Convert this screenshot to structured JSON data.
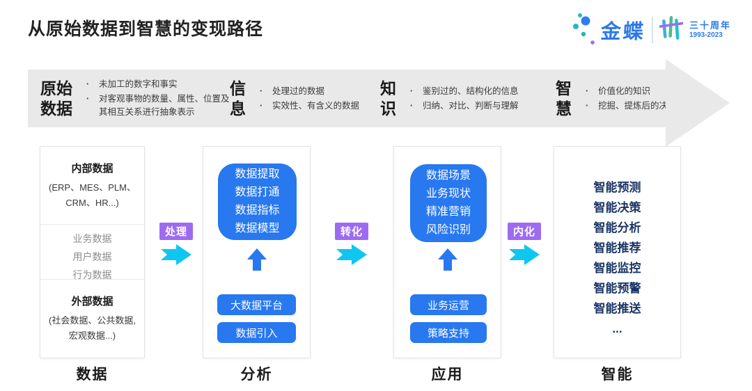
{
  "title": "从原始数据到智慧的变现路径",
  "logo": {
    "brand": "金蝶",
    "anniversary": "三十周年",
    "years": "1993-2023"
  },
  "banner": {
    "stages": [
      {
        "name": "原始\n数据",
        "bullets": [
          "未加工的数字和事实",
          "对客观事物的数量、属性、位置及其相互关系进行抽象表示"
        ]
      },
      {
        "name": "信\n息",
        "bullets": [
          "处理过的数据",
          "实效性、有含义的数据"
        ]
      },
      {
        "name": "知\n识",
        "bullets": [
          "鉴别过的、结构化的信息",
          "归纳、对比、判断与理解"
        ]
      },
      {
        "name": "智\n慧",
        "bullets": [
          "价值化的知识",
          "挖掘、提炼后的决策能力"
        ]
      }
    ]
  },
  "connectors": [
    {
      "label": "处理"
    },
    {
      "label": "转化"
    },
    {
      "label": "内化"
    }
  ],
  "columns": {
    "data": {
      "internal_title": "内部数据",
      "internal_sub": "(ERP、MES、PLM、\nCRM、HR...)",
      "middle_items": [
        "业务数据",
        "用户数据",
        "行为数据"
      ],
      "external_title": "外部数据",
      "external_sub": "(社会数据、公共数据,\n宏观数据...)",
      "label": "数据"
    },
    "analysis": {
      "card": "数据提取\n数据打通\n数据指标\n数据模型",
      "buttons": [
        "大数据平台",
        "数据引入"
      ],
      "label": "分析"
    },
    "application": {
      "card": "数据场景\n业务现状\n精准营销\n风险识别",
      "buttons": [
        "业务运营",
        "策略支持"
      ],
      "label": "应用"
    },
    "intelligence": {
      "items": [
        "智能预测",
        "智能决策",
        "智能分析",
        "智能推荐",
        "智能监控",
        "智能预警",
        "智能推送",
        "..."
      ],
      "label": "智能"
    }
  },
  "colors": {
    "primary_blue": "#2878F0",
    "navy_text": "#1B3566",
    "purple_badge": "#9D6BF2",
    "cyan_arrow": "#0FC6F1",
    "banner_gray": "#E9E9E9",
    "brand_blue": "#2B7AE8",
    "teal": "#29B6C6",
    "green": "#4BBE88",
    "muted_text": "#8C8C8C"
  }
}
